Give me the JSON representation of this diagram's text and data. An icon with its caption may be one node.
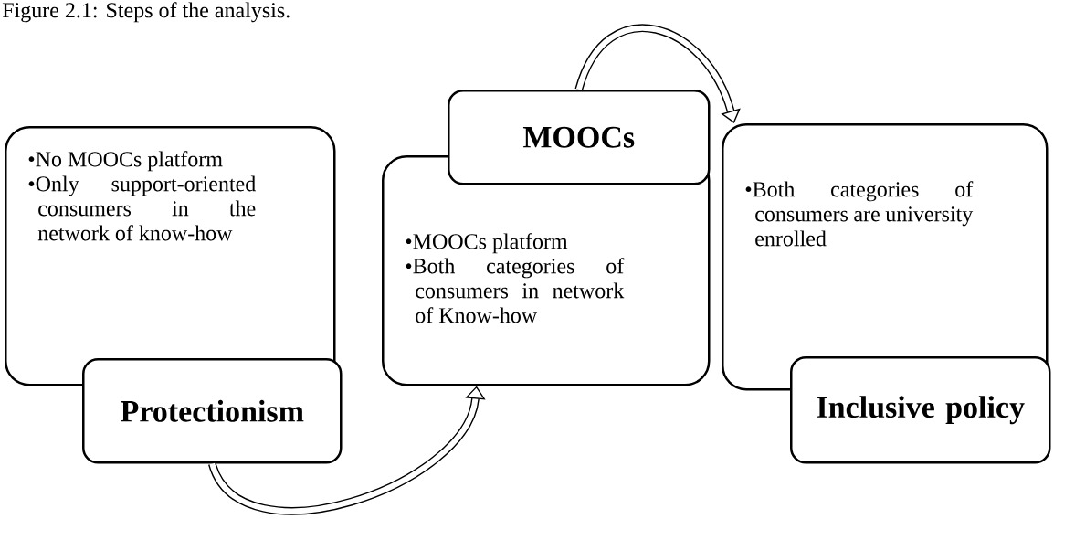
{
  "diagram": {
    "title": "Figure 2.1: Steps of the analysis.",
    "nodes": [
      {
        "text": [
          "•No MOOCs platform",
          "•Only support-oriented consumers in the network of know-how"
        ]
      },
      {
        "text": [
          "Protectionism"
        ]
      },
      {
        "text": [
          "•MOOCs platform",
          "•Both categories of consumers in network of Know-how"
        ]
      },
      {
        "text": [
          "MOOCs"
        ]
      },
      {
        "text": [
          "•Both categories of consumers are university enrolled"
        ]
      },
      {
        "text": [
          "Inclusive policy"
        ]
      }
    ],
    "edges": [
      {
        "from": 1,
        "to": 2,
        "arrow": "to"
      },
      {
        "from": 3,
        "to": 4,
        "arrow": "to"
      }
    ]
  }
}
